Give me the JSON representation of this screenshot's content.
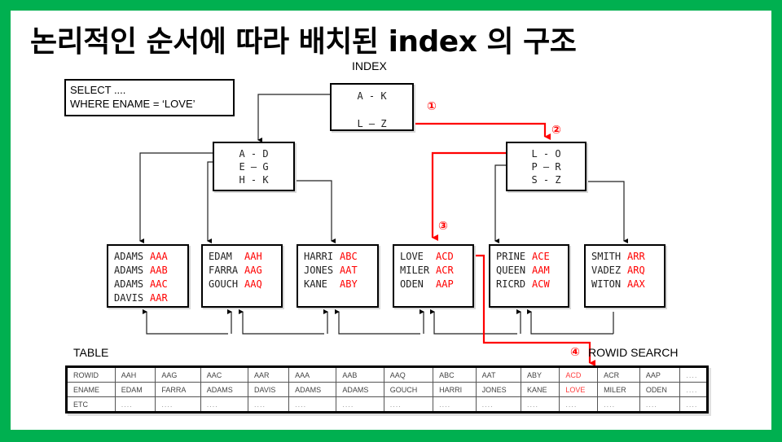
{
  "title": "논리적인 순서에 따라 배치된 index 의 구조",
  "labels": {
    "index": "INDEX",
    "table": "TABLE",
    "rowid_search": "ROWID SEARCH"
  },
  "query": {
    "line1": "SELECT ....",
    "line2": "WHERE ENAME = ‘LOVE’"
  },
  "steps": [
    "①",
    "②",
    "③",
    "④"
  ],
  "colors": {
    "frame": "#00b050",
    "highlight": "#ff0000",
    "line": "#000000"
  },
  "index": {
    "root": {
      "ranges": [
        "A - K",
        "L – Z"
      ]
    },
    "branches": [
      {
        "ranges": [
          "A - D",
          "E – G",
          "H - K"
        ]
      },
      {
        "ranges": [
          "L - O",
          "P – R",
          "S - Z"
        ]
      }
    ],
    "leaves": [
      {
        "rows": [
          {
            "name": "ADAMS",
            "rowid": "AAA"
          },
          {
            "name": "ADAMS",
            "rowid": "AAB"
          },
          {
            "name": "ADAMS",
            "rowid": "AAC"
          },
          {
            "name": "DAVIS",
            "rowid": "AAR"
          }
        ]
      },
      {
        "rows": [
          {
            "name": "EDAM",
            "rowid": "AAH"
          },
          {
            "name": "FARRA",
            "rowid": "AAG"
          },
          {
            "name": "GOUCH",
            "rowid": "AAQ"
          }
        ]
      },
      {
        "rows": [
          {
            "name": "HARRI",
            "rowid": "ABC"
          },
          {
            "name": "JONES",
            "rowid": "AAT"
          },
          {
            "name": "KANE",
            "rowid": "ABY"
          }
        ]
      },
      {
        "rows": [
          {
            "name": "LOVE",
            "rowid": "ACD"
          },
          {
            "name": "MILER",
            "rowid": "ACR"
          },
          {
            "name": "ODEN",
            "rowid": "AAP"
          }
        ]
      },
      {
        "rows": [
          {
            "name": "PRINE",
            "rowid": "ACE"
          },
          {
            "name": "QUEEN",
            "rowid": "AAM"
          },
          {
            "name": "RICRD",
            "rowid": "ACW"
          }
        ]
      },
      {
        "rows": [
          {
            "name": "SMITH",
            "rowid": "ARR"
          },
          {
            "name": "VADEZ",
            "rowid": "ARQ"
          },
          {
            "name": "WITON",
            "rowid": "AAX"
          }
        ]
      }
    ]
  },
  "table": {
    "highlight_col": 10,
    "rows": [
      {
        "header": "ROWID",
        "cells": [
          "AAH",
          "AAG",
          "AAC",
          "AAR",
          "AAA",
          "AAB",
          "AAQ",
          "ABC",
          "AAT",
          "ABY",
          "ACD",
          "ACR",
          "AAP",
          "...."
        ]
      },
      {
        "header": "ENAME",
        "cells": [
          "EDAM",
          "FARRA",
          "ADAMS",
          "DAVIS",
          "ADAMS",
          "ADAMS",
          "GOUCH",
          "HARRI",
          "JONES",
          "KANE",
          "LOVE",
          "MILER",
          "ODEN",
          "...."
        ]
      },
      {
        "header": "ETC",
        "cells": [
          "....",
          "....",
          "....",
          "....",
          "....",
          "....",
          "....",
          "....",
          "....",
          "....",
          "....",
          "....",
          "....",
          "...."
        ]
      }
    ]
  }
}
